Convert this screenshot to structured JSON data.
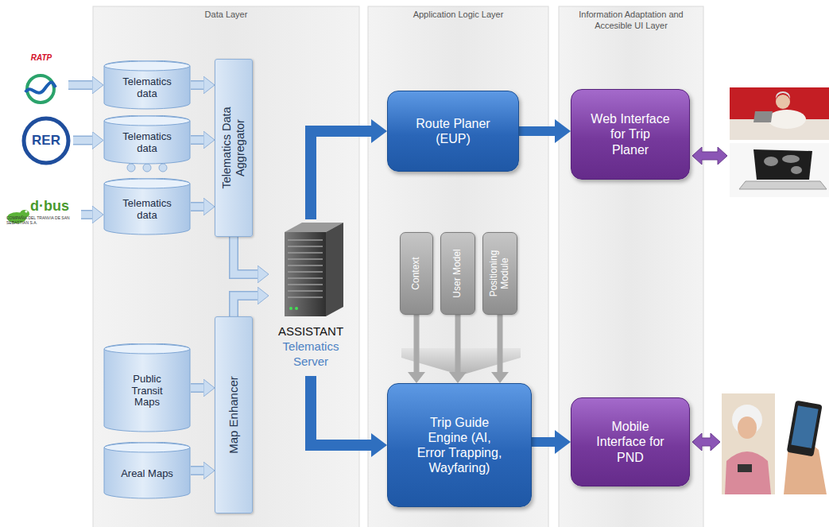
{
  "diagram": {
    "nodes": [
      {
        "text": [
          "RATP"
        ]
      },
      {
        "text": [
          "RER"
        ]
      },
      {
        "text": [
          "d·bus",
          "COMPAÑIA DEL TRANVIA DE SAN SEBASTIAN S.A."
        ]
      },
      {
        "text": [
          "Data Layer"
        ]
      },
      {
        "text": [
          "Telematics data"
        ],
        "in": 3
      },
      {
        "text": [
          "Telematics data"
        ],
        "in": 3
      },
      {
        "text": [
          "Telematics data"
        ],
        "in": 3
      },
      {
        "text": [
          "Telematics Data Aggregator"
        ],
        "in": 3
      },
      {
        "text": [
          "Public Transit Maps"
        ],
        "in": 3
      },
      {
        "text": [
          "Areal Maps"
        ],
        "in": 3
      },
      {
        "text": [
          "Map Enhancer"
        ],
        "in": 3
      },
      {
        "text": [
          "ASSISTANT",
          "Telematics Server"
        ],
        "in": 3
      },
      {
        "text": [
          "Application Logic Layer"
        ]
      },
      {
        "text": [
          "Route Planer (EUP)"
        ],
        "in": 12
      },
      {
        "text": [
          "Context"
        ],
        "in": 12
      },
      {
        "text": [
          "User Model"
        ],
        "in": 12
      },
      {
        "text": [
          "Positioning Module"
        ],
        "in": 12
      },
      {
        "text": [
          "Trip Guide Engine (AI, Error Trapping, Wayfaring)"
        ],
        "in": 12
      },
      {
        "text": [
          "Information Adaptation and Accesible UI Layer"
        ]
      },
      {
        "text": [
          "Web Interface for Trip Planer"
        ],
        "in": 18
      },
      {
        "text": [
          "Mobile Interface for PND"
        ],
        "in": 18
      }
    ],
    "edges": [
      {
        "from": 0,
        "to": 4,
        "arrow": "to"
      },
      {
        "from": 1,
        "to": 5,
        "arrow": "to"
      },
      {
        "from": 2,
        "to": 6,
        "arrow": "to"
      },
      {
        "from": 4,
        "to": 7,
        "arrow": "to"
      },
      {
        "from": 5,
        "to": 7,
        "arrow": "to"
      },
      {
        "from": 6,
        "to": 7,
        "arrow": "to"
      },
      {
        "from": 7,
        "to": 11,
        "arrow": "to"
      },
      {
        "from": 8,
        "to": 10,
        "arrow": "to"
      },
      {
        "from": 9,
        "to": 10,
        "arrow": "to"
      },
      {
        "from": 10,
        "to": 11,
        "arrow": "to"
      },
      {
        "from": 11,
        "to": 13,
        "arrow": "to"
      },
      {
        "from": 11,
        "to": 17,
        "arrow": "to"
      },
      {
        "from": 14,
        "to": 17,
        "arrow": "to"
      },
      {
        "from": 15,
        "to": 17,
        "arrow": "to"
      },
      {
        "from": 16,
        "to": 17,
        "arrow": "to"
      },
      {
        "from": 13,
        "to": 19,
        "arrow": "to"
      },
      {
        "from": 17,
        "to": 20,
        "arrow": "to"
      }
    ]
  }
}
